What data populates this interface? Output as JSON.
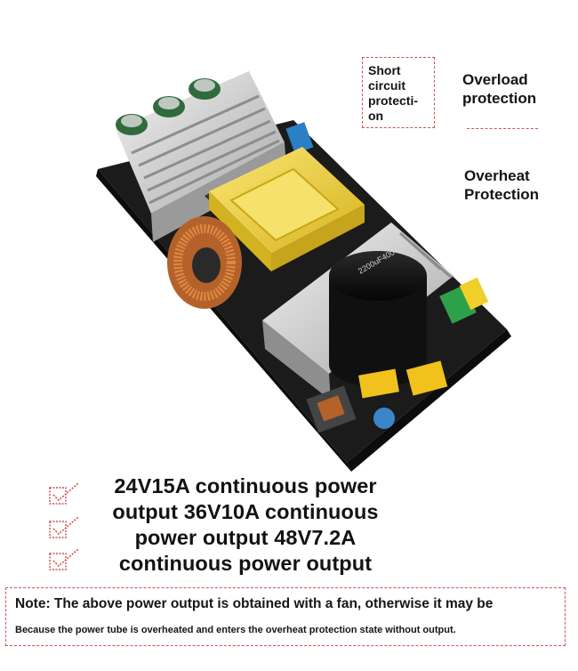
{
  "features": {
    "short_circuit": [
      "Short",
      "circuit",
      "protecti-",
      "on"
    ],
    "overload": [
      "Overload",
      "protection"
    ],
    "overheat": [
      "Overheat",
      "Protection"
    ]
  },
  "headline": "24V15A continuous power output 36V10A continuous power output 48V7.2A continuous power output",
  "note": {
    "line1": "Note: The above power output is obtained with a fan, otherwise it may be",
    "line2": "Because the power tube is overheated and enters the overheat protection state without output."
  },
  "capacitor_marking": "2200uF400V",
  "colors": {
    "accent_dashed": "#d05050",
    "text": "#141414",
    "board": "#1b1b1b",
    "transformer": "#f2d43a",
    "coil": "#c8702f"
  },
  "icons": [
    "checkmark-box-icon",
    "checkmark-box-icon",
    "checkmark-box-icon"
  ]
}
